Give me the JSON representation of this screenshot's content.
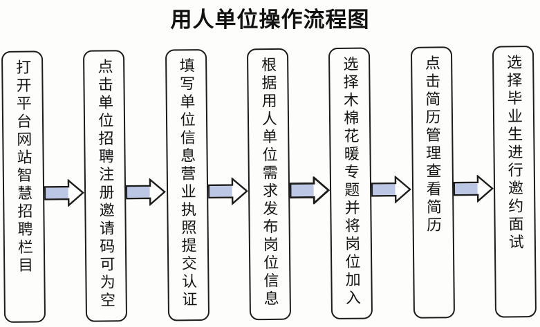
{
  "title": "用人单位操作流程图",
  "steps": [
    {
      "label": "打开平台网站智慧招聘栏目"
    },
    {
      "label": "点击单位招聘注册邀请码可为空"
    },
    {
      "label": "填写单位信息营业执照提交认证"
    },
    {
      "label": "根据用人单位需求发布岗位信息"
    },
    {
      "label": "选择木棉花暖专题并将岗位加入"
    },
    {
      "label": "点击简历管理查看简历"
    },
    {
      "label": "选择毕业生进行邀约面试"
    }
  ],
  "colors": {
    "box_border": "#1c1c1c",
    "arrow_fill": "#bcc7e6",
    "arrow_outline": "#1c1c1c",
    "text": "#151515"
  }
}
